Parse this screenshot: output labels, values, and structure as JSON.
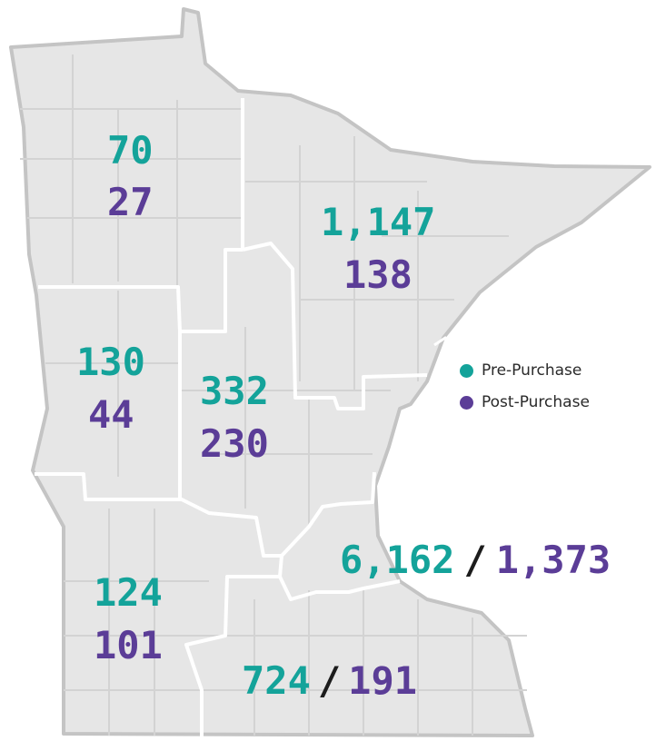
{
  "colors": {
    "pre_purchase": "#14a39a",
    "post_purchase": "#5b3d97",
    "map_fill": "#e6e6e6",
    "map_border": "#c4c4c4",
    "region_line": "#ffffff"
  },
  "legend": {
    "pre_label": "Pre-Purchase",
    "post_label": "Post-Purchase"
  },
  "regions": {
    "northwest": {
      "pre": "70",
      "post": "27"
    },
    "northeast": {
      "pre": "1,147",
      "post": "138"
    },
    "west_central": {
      "pre": "130",
      "post": "44"
    },
    "central": {
      "pre": "332",
      "post": "230"
    },
    "metro": {
      "pre": "6,162",
      "separator": "/",
      "post": "1,373"
    },
    "southwest": {
      "pre": "124",
      "post": "101"
    },
    "southeast": {
      "pre": "724",
      "separator": "/",
      "post": "191"
    }
  }
}
